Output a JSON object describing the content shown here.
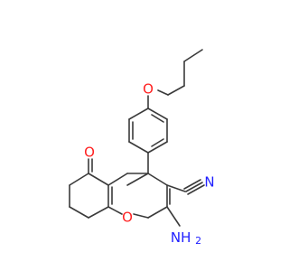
{
  "molecule": {
    "atoms": {
      "o_ether": {
        "label": "O",
        "color": "#ff2020"
      },
      "o_ketone": {
        "label": "O",
        "color": "#ff2020"
      },
      "o_ring": {
        "label": "O",
        "color": "#ff2020"
      },
      "n_nitrile": {
        "label": "N",
        "color": "#2020ff"
      },
      "amine": {
        "label": "NH",
        "sub": "2",
        "color": "#2020ff"
      }
    },
    "colors": {
      "bond": "#3a3a3a",
      "oxygen": "#ff2020",
      "nitrogen": "#2020ff"
    }
  }
}
